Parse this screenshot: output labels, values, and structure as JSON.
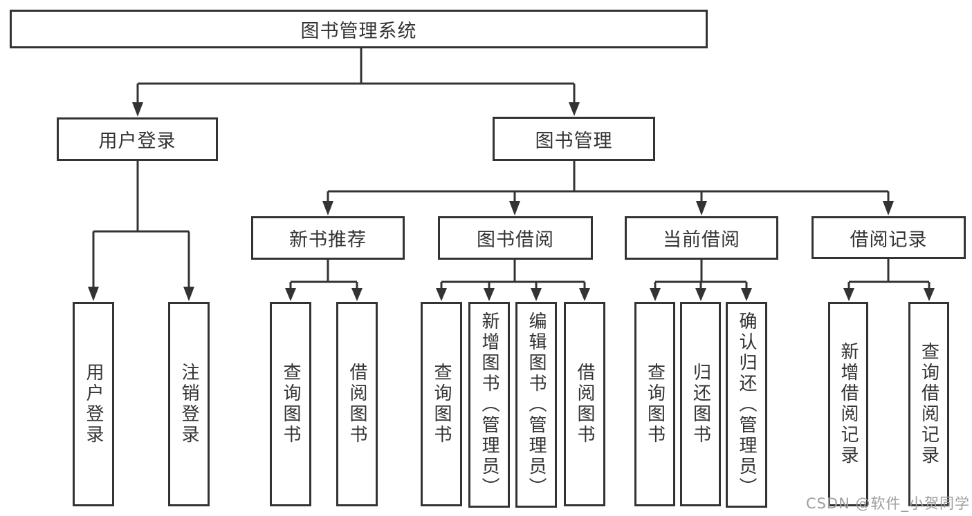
{
  "diagram_title": "图书管理系统",
  "nodes": {
    "root": {
      "label": "图书管理系统"
    },
    "row2": [
      {
        "label": "用户登录"
      },
      {
        "label": "图书管理"
      }
    ],
    "row3": [
      {
        "label": "新书推荐",
        "parent": "图书管理"
      },
      {
        "label": "图书借阅",
        "parent": "图书管理"
      },
      {
        "label": "当前借阅",
        "parent": "图书管理"
      },
      {
        "label": "借阅记录",
        "parent": "图书管理"
      }
    ],
    "leaves": [
      {
        "label": "用户登录",
        "parent": "用户登录"
      },
      {
        "label": "注销登录",
        "parent": "用户登录"
      },
      {
        "label": "查询图书",
        "parent": "新书推荐"
      },
      {
        "label": "借阅图书",
        "parent": "新书推荐"
      },
      {
        "label": "查询图书",
        "parent": "图书借阅"
      },
      {
        "label": "新增图书（管理员）",
        "parent": "图书借阅"
      },
      {
        "label": "编辑图书（管理员）",
        "parent": "图书借阅"
      },
      {
        "label": "借阅图书",
        "parent": "图书借阅"
      },
      {
        "label": "查询图书",
        "parent": "当前借阅"
      },
      {
        "label": "归还图书",
        "parent": "当前借阅"
      },
      {
        "label": "确认归还（管理员）",
        "parent": "当前借阅"
      },
      {
        "label": "新增借阅记录",
        "parent": "借阅记录"
      },
      {
        "label": "查询借阅记录",
        "parent": "借阅记录"
      }
    ]
  },
  "watermark": {
    "text": "CSDN @软件_小贺同学"
  },
  "colors": {
    "line": "#333333",
    "text": "#333333",
    "watermark": "#9e9e9e",
    "background": "#ffffff"
  }
}
